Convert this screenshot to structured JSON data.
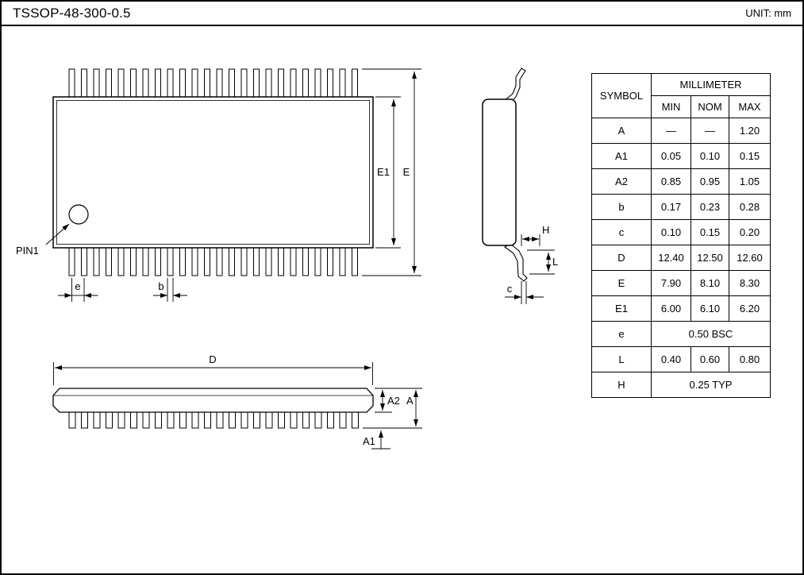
{
  "page": {
    "title": "TSSOP-48-300-0.5",
    "unit_label": "UNIT: mm"
  },
  "drawing": {
    "pins_per_side": 24,
    "labels": {
      "pin1": "PIN1",
      "E1": "E1",
      "E": "E",
      "e": "e",
      "b": "b",
      "D": "D",
      "A2": "A2",
      "A": "A",
      "A1": "A1",
      "H": "H",
      "L": "L",
      "c": "c"
    }
  },
  "table": {
    "header": {
      "symbol": "SYMBOL",
      "group": "MILLIMETER",
      "min": "MIN",
      "nom": "NOM",
      "max": "MAX"
    },
    "rows": [
      {
        "symbol": "A",
        "min": "—",
        "nom": "—",
        "max": "1.20"
      },
      {
        "symbol": "A1",
        "min": "0.05",
        "nom": "0.10",
        "max": "0.15"
      },
      {
        "symbol": "A2",
        "min": "0.85",
        "nom": "0.95",
        "max": "1.05"
      },
      {
        "symbol": "b",
        "min": "0.17",
        "nom": "0.23",
        "max": "0.28"
      },
      {
        "symbol": "c",
        "min": "0.10",
        "nom": "0.15",
        "max": "0.20"
      },
      {
        "symbol": "D",
        "min": "12.40",
        "nom": "12.50",
        "max": "12.60"
      },
      {
        "symbol": "E",
        "min": "7.90",
        "nom": "8.10",
        "max": "8.30"
      },
      {
        "symbol": "E1",
        "min": "6.00",
        "nom": "6.10",
        "max": "6.20"
      },
      {
        "symbol": "e",
        "span": "0.50 BSC"
      },
      {
        "symbol": "L",
        "min": "0.40",
        "nom": "0.60",
        "max": "0.80"
      },
      {
        "symbol": "H",
        "span": "0.25 TYP"
      }
    ]
  }
}
